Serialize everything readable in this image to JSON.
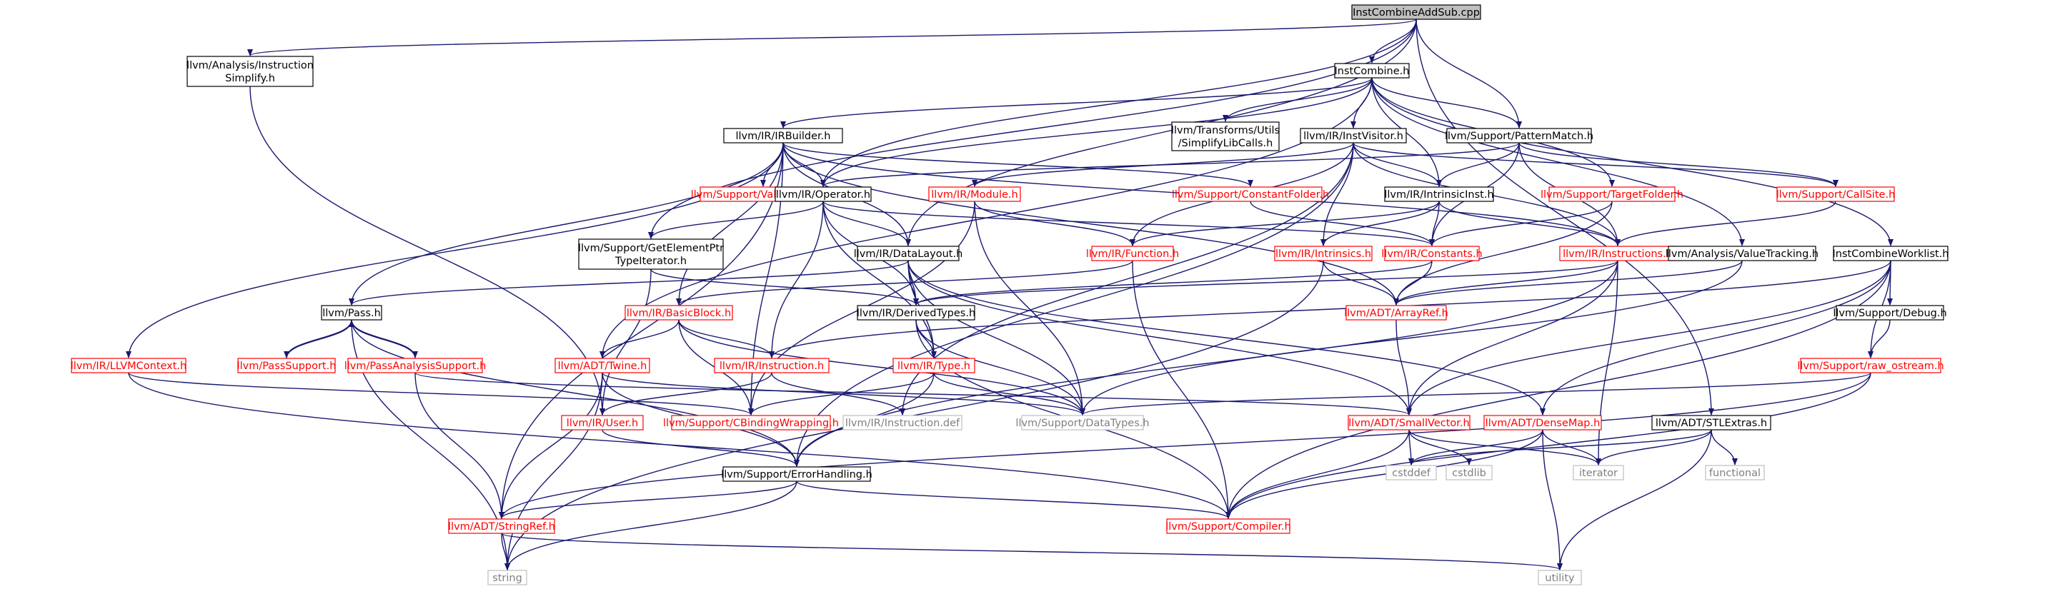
{
  "palette": {
    "edge": "#191970",
    "root_fill": "#bfbfbf",
    "normal_border": "#000000",
    "normal_text": "#000000",
    "truncated_border": "#ff0000",
    "truncated_text": "#ff0000",
    "system_border": "#bfbfbf",
    "system_text": "#7f7f7f"
  },
  "nodes": [
    {
      "id": "root",
      "label": [
        "InstCombineAddSub.cpp"
      ],
      "kind": "root"
    },
    {
      "id": "instsimplify",
      "label": [
        "llvm/Analysis/Instruction",
        "Simplify.h"
      ],
      "kind": "normal"
    },
    {
      "id": "instcombine",
      "label": [
        "InstCombine.h"
      ],
      "kind": "normal"
    },
    {
      "id": "irbuilder",
      "label": [
        "llvm/IR/IRBuilder.h"
      ],
      "kind": "normal"
    },
    {
      "id": "simplifylib",
      "label": [
        "llvm/Transforms/Utils",
        "/SimplifyLibCalls.h"
      ],
      "kind": "normal"
    },
    {
      "id": "instvisitor",
      "label": [
        "llvm/IR/InstVisitor.h"
      ],
      "kind": "normal"
    },
    {
      "id": "patternmatch",
      "label": [
        "llvm/Support/PatternMatch.h"
      ],
      "kind": "normal"
    },
    {
      "id": "valuehandle",
      "label": [
        "llvm/Support/ValueHandle.h"
      ],
      "kind": "truncated"
    },
    {
      "id": "operator",
      "label": [
        "llvm/IR/Operator.h"
      ],
      "kind": "normal"
    },
    {
      "id": "module",
      "label": [
        "llvm/IR/Module.h"
      ],
      "kind": "truncated"
    },
    {
      "id": "constantfolder",
      "label": [
        "llvm/Support/ConstantFolder.h"
      ],
      "kind": "truncated"
    },
    {
      "id": "intrinsicinst",
      "label": [
        "llvm/IR/IntrinsicInst.h"
      ],
      "kind": "normal"
    },
    {
      "id": "targetfolder",
      "label": [
        "llvm/Support/TargetFolder.h"
      ],
      "kind": "truncated"
    },
    {
      "id": "callsite",
      "label": [
        "llvm/Support/CallSite.h"
      ],
      "kind": "truncated"
    },
    {
      "id": "gepti",
      "label": [
        "llvm/Support/GetElementPtr",
        "TypeIterator.h"
      ],
      "kind": "normal"
    },
    {
      "id": "datalayout",
      "label": [
        "llvm/IR/DataLayout.h"
      ],
      "kind": "normal"
    },
    {
      "id": "function",
      "label": [
        "llvm/IR/Function.h"
      ],
      "kind": "truncated"
    },
    {
      "id": "intrinsics",
      "label": [
        "llvm/IR/Intrinsics.h"
      ],
      "kind": "truncated"
    },
    {
      "id": "constants",
      "label": [
        "llvm/IR/Constants.h"
      ],
      "kind": "truncated"
    },
    {
      "id": "instructions",
      "label": [
        "llvm/IR/Instructions.h"
      ],
      "kind": "truncated"
    },
    {
      "id": "valuetracking",
      "label": [
        "llvm/Analysis/ValueTracking.h"
      ],
      "kind": "normal"
    },
    {
      "id": "worklist",
      "label": [
        "InstCombineWorklist.h"
      ],
      "kind": "normal"
    },
    {
      "id": "pass",
      "label": [
        "llvm/Pass.h"
      ],
      "kind": "normal"
    },
    {
      "id": "basicblock",
      "label": [
        "llvm/IR/BasicBlock.h"
      ],
      "kind": "truncated"
    },
    {
      "id": "derivedtypes",
      "label": [
        "llvm/IR/DerivedTypes.h"
      ],
      "kind": "normal"
    },
    {
      "id": "arrayref",
      "label": [
        "llvm/ADT/ArrayRef.h"
      ],
      "kind": "truncated"
    },
    {
      "id": "debug",
      "label": [
        "llvm/Support/Debug.h"
      ],
      "kind": "normal"
    },
    {
      "id": "llvmcontext",
      "label": [
        "llvm/IR/LLVMContext.h"
      ],
      "kind": "truncated"
    },
    {
      "id": "passsupport",
      "label": [
        "llvm/PassSupport.h"
      ],
      "kind": "truncated"
    },
    {
      "id": "passanalysis",
      "label": [
        "llvm/PassAnalysisSupport.h"
      ],
      "kind": "truncated"
    },
    {
      "id": "twine",
      "label": [
        "llvm/ADT/Twine.h"
      ],
      "kind": "truncated"
    },
    {
      "id": "instruction",
      "label": [
        "llvm/IR/Instruction.h"
      ],
      "kind": "truncated"
    },
    {
      "id": "type",
      "label": [
        "llvm/IR/Type.h"
      ],
      "kind": "truncated"
    },
    {
      "id": "rawostream",
      "label": [
        "llvm/Support/raw_ostream.h"
      ],
      "kind": "truncated"
    },
    {
      "id": "user",
      "label": [
        "llvm/IR/User.h"
      ],
      "kind": "truncated"
    },
    {
      "id": "cbinding",
      "label": [
        "llvm/Support/CBindingWrapping.h"
      ],
      "kind": "truncated"
    },
    {
      "id": "instdef",
      "label": [
        "llvm/IR/Instruction.def"
      ],
      "kind": "system"
    },
    {
      "id": "datatypes",
      "label": [
        "llvm/Support/DataTypes.h"
      ],
      "kind": "system"
    },
    {
      "id": "smallvector",
      "label": [
        "llvm/ADT/SmallVector.h"
      ],
      "kind": "truncated"
    },
    {
      "id": "densemap",
      "label": [
        "llvm/ADT/DenseMap.h"
      ],
      "kind": "truncated"
    },
    {
      "id": "stlextras",
      "label": [
        "llvm/ADT/STLExtras.h"
      ],
      "kind": "normal"
    },
    {
      "id": "errorhandling",
      "label": [
        "llvm/Support/ErrorHandling.h"
      ],
      "kind": "normal"
    },
    {
      "id": "cstddef",
      "label": [
        "cstddef"
      ],
      "kind": "system"
    },
    {
      "id": "cstdlib",
      "label": [
        "cstdlib"
      ],
      "kind": "system"
    },
    {
      "id": "iterator",
      "label": [
        "iterator"
      ],
      "kind": "system"
    },
    {
      "id": "functional",
      "label": [
        "functional"
      ],
      "kind": "system"
    },
    {
      "id": "stringref",
      "label": [
        "llvm/ADT/StringRef.h"
      ],
      "kind": "truncated"
    },
    {
      "id": "compiler",
      "label": [
        "llvm/Support/Compiler.h"
      ],
      "kind": "truncated"
    },
    {
      "id": "string",
      "label": [
        "string"
      ],
      "kind": "system"
    },
    {
      "id": "utility",
      "label": [
        "utility"
      ],
      "kind": "system"
    }
  ],
  "edges": [
    [
      "root",
      "instsimplify"
    ],
    [
      "root",
      "instcombine"
    ],
    [
      "root",
      "patternmatch"
    ],
    [
      "root",
      "gepti"
    ],
    [
      "root",
      "datalayout"
    ],
    [
      "root",
      "stlextras"
    ],
    [
      "root",
      "operator"
    ],
    [
      "instsimplify",
      "user"
    ],
    [
      "instcombine",
      "irbuilder"
    ],
    [
      "instcombine",
      "simplifylib"
    ],
    [
      "instcombine",
      "instvisitor"
    ],
    [
      "instcombine",
      "patternmatch"
    ],
    [
      "instcombine",
      "targetfolder"
    ],
    [
      "instcombine",
      "intrinsicinst"
    ],
    [
      "instcombine",
      "worklist"
    ],
    [
      "instcombine",
      "valuetracking"
    ],
    [
      "instcombine",
      "operator"
    ],
    [
      "instcombine",
      "twine"
    ],
    [
      "irbuilder",
      "valuehandle"
    ],
    [
      "irbuilder",
      "operator"
    ],
    [
      "irbuilder",
      "constantfolder"
    ],
    [
      "irbuilder",
      "datalayout"
    ],
    [
      "irbuilder",
      "basicblock"
    ],
    [
      "irbuilder",
      "instructions"
    ],
    [
      "irbuilder",
      "llvmcontext"
    ],
    [
      "irbuilder",
      "pass"
    ],
    [
      "irbuilder",
      "arrayref"
    ],
    [
      "irbuilder",
      "cbinding"
    ],
    [
      "irbuilder",
      "stringref"
    ],
    [
      "instvisitor",
      "module"
    ],
    [
      "instvisitor",
      "intrinsicinst"
    ],
    [
      "instvisitor",
      "function"
    ],
    [
      "instvisitor",
      "intrinsics"
    ],
    [
      "instvisitor",
      "errorhandling"
    ],
    [
      "instvisitor",
      "callsite"
    ],
    [
      "instvisitor",
      "instdef"
    ],
    [
      "instvisitor",
      "instructions"
    ],
    [
      "patternmatch",
      "callsite"
    ],
    [
      "patternmatch",
      "constants"
    ],
    [
      "patternmatch",
      "intrinsicinst"
    ],
    [
      "patternmatch",
      "instructions"
    ],
    [
      "patternmatch",
      "operator"
    ],
    [
      "operator",
      "gepti"
    ],
    [
      "operator",
      "datalayout"
    ],
    [
      "operator",
      "derivedtypes"
    ],
    [
      "operator",
      "constants"
    ],
    [
      "operator",
      "instruction"
    ],
    [
      "operator",
      "type"
    ],
    [
      "module",
      "function"
    ],
    [
      "module",
      "datatypes"
    ],
    [
      "module",
      "cbinding"
    ],
    [
      "constantfolder",
      "constants"
    ],
    [
      "intrinsicinst",
      "intrinsics"
    ],
    [
      "intrinsicinst",
      "constants"
    ],
    [
      "intrinsicinst",
      "instructions"
    ],
    [
      "intrinsicinst",
      "function"
    ],
    [
      "targetfolder",
      "constants"
    ],
    [
      "targetfolder",
      "arrayref"
    ],
    [
      "callsite",
      "instructions"
    ],
    [
      "gepti",
      "derivedtypes"
    ],
    [
      "gepti",
      "user"
    ],
    [
      "datalayout",
      "pass"
    ],
    [
      "datalayout",
      "derivedtypes"
    ],
    [
      "datalayout",
      "type"
    ],
    [
      "datalayout",
      "densemap"
    ],
    [
      "datalayout",
      "smallvector"
    ],
    [
      "datalayout",
      "datatypes"
    ],
    [
      "function",
      "basicblock"
    ],
    [
      "function",
      "compiler"
    ],
    [
      "intrinsics",
      "arrayref"
    ],
    [
      "intrinsics",
      "string"
    ],
    [
      "constants",
      "derivedtypes"
    ],
    [
      "constants",
      "arrayref"
    ],
    [
      "instructions",
      "arrayref"
    ],
    [
      "instructions",
      "derivedtypes"
    ],
    [
      "instructions",
      "smallvector"
    ],
    [
      "instructions",
      "errorhandling"
    ],
    [
      "instructions",
      "iterator"
    ],
    [
      "valuetracking",
      "arrayref"
    ],
    [
      "valuetracking",
      "datatypes"
    ],
    [
      "worklist",
      "instruction"
    ],
    [
      "worklist",
      "debug"
    ],
    [
      "worklist",
      "rawostream"
    ],
    [
      "worklist",
      "smallvector"
    ],
    [
      "worklist",
      "densemap"
    ],
    [
      "worklist",
      "compiler"
    ],
    [
      "pass",
      "passsupport"
    ],
    [
      "pass",
      "passanalysis"
    ],
    [
      "pass",
      "string"
    ],
    [
      "pass",
      "errorhandling"
    ],
    [
      "passsupport",
      "pass"
    ],
    [
      "passanalysis",
      "pass"
    ],
    [
      "passanalysis",
      "smallvector"
    ],
    [
      "passanalysis",
      "stringref"
    ],
    [
      "basicblock",
      "twine"
    ],
    [
      "basicblock",
      "instruction"
    ],
    [
      "basicblock",
      "cbinding"
    ],
    [
      "basicblock",
      "datatypes"
    ],
    [
      "derivedtypes",
      "type"
    ],
    [
      "derivedtypes",
      "datatypes"
    ],
    [
      "derivedtypes",
      "compiler"
    ],
    [
      "arrayref",
      "smallvector"
    ],
    [
      "debug",
      "rawostream"
    ],
    [
      "llvmcontext",
      "cbinding"
    ],
    [
      "llvmcontext",
      "compiler"
    ],
    [
      "twine",
      "stringref"
    ],
    [
      "twine",
      "datatypes"
    ],
    [
      "twine",
      "errorhandling"
    ],
    [
      "twine",
      "string"
    ],
    [
      "instruction",
      "user"
    ],
    [
      "instruction",
      "instdef"
    ],
    [
      "type",
      "cbinding"
    ],
    [
      "type",
      "datatypes"
    ],
    [
      "type",
      "errorhandling"
    ],
    [
      "rawostream",
      "compiler"
    ],
    [
      "rawostream",
      "datatypes"
    ],
    [
      "rawostream",
      "stringref"
    ],
    [
      "user",
      "errorhandling"
    ],
    [
      "smallvector",
      "cstddef"
    ],
    [
      "smallvector",
      "cstdlib"
    ],
    [
      "smallvector",
      "iterator"
    ],
    [
      "smallvector",
      "compiler"
    ],
    [
      "densemap",
      "utility"
    ],
    [
      "densemap",
      "iterator"
    ],
    [
      "densemap",
      "cstddef"
    ],
    [
      "densemap",
      "compiler"
    ],
    [
      "stlextras",
      "cstddef"
    ],
    [
      "stlextras",
      "iterator"
    ],
    [
      "stlextras",
      "functional"
    ],
    [
      "stlextras",
      "utility"
    ],
    [
      "errorhandling",
      "stringref"
    ],
    [
      "errorhandling",
      "compiler"
    ],
    [
      "errorhandling",
      "string"
    ],
    [
      "stringref",
      "string"
    ],
    [
      "stringref",
      "utility"
    ]
  ]
}
